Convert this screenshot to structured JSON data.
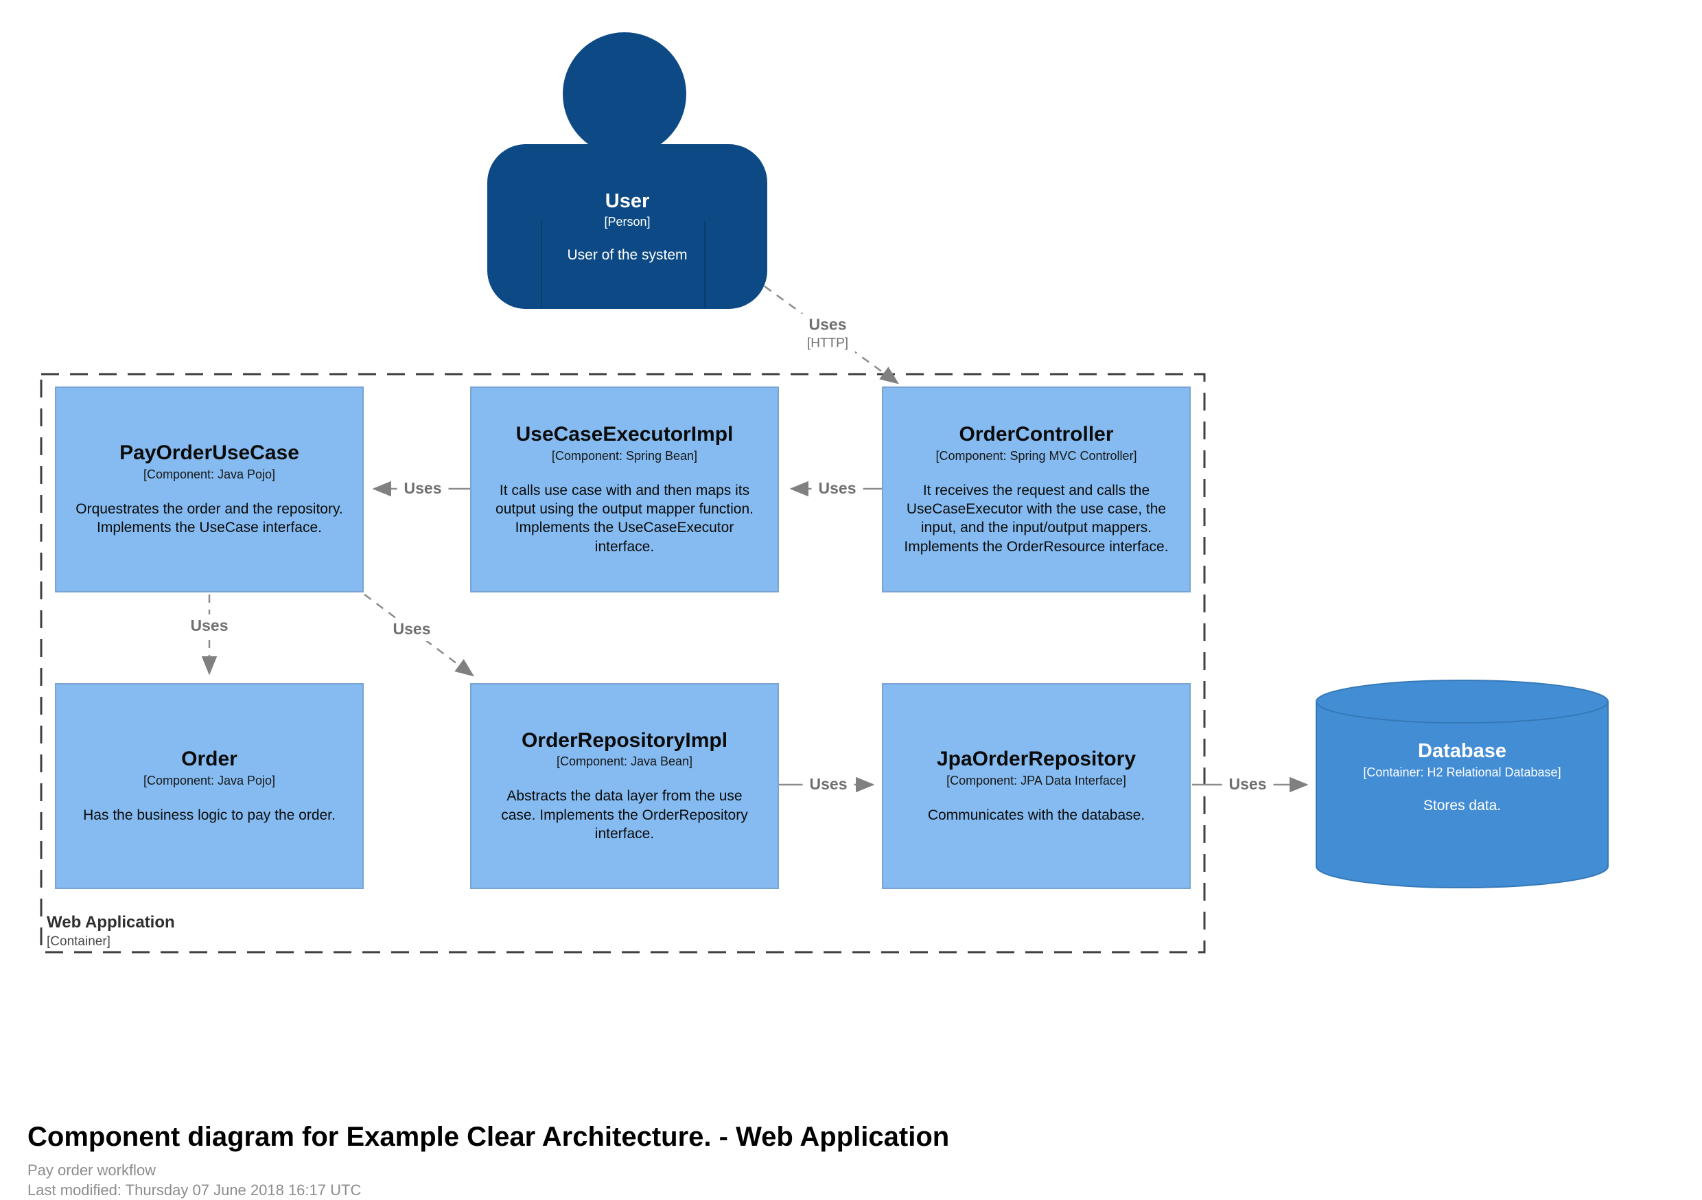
{
  "person": {
    "name": "User",
    "meta": "[Person]",
    "description": "User of the system"
  },
  "boundary": {
    "name": "Web Application",
    "meta": "[Container]"
  },
  "components": [
    {
      "name": "PayOrderUseCase",
      "meta": "[Component: Java Pojo]",
      "description": "Orquestrates the order and the repository. Implements the UseCase interface."
    },
    {
      "name": "UseCaseExecutorImpl",
      "meta": "[Component: Spring Bean]",
      "description": "It calls use case with and then maps its output using the output mapper function. Implements the UseCaseExecutor interface."
    },
    {
      "name": "OrderController",
      "meta": "[Component: Spring MVC Controller]",
      "description": "It receives the request and calls the UseCaseExecutor with the use case, the input, and the input/output mappers. Implements the OrderResource interface."
    },
    {
      "name": "Order",
      "meta": "[Component: Java Pojo]",
      "description": "Has the business logic to pay the order."
    },
    {
      "name": "OrderRepositoryImpl",
      "meta": "[Component: Java Bean]",
      "description": "Abstracts the data layer from the use case. Implements the OrderRepository interface."
    },
    {
      "name": "JpaOrderRepository",
      "meta": "[Component: JPA Data Interface]",
      "description": "Communicates with the database."
    }
  ],
  "database": {
    "name": "Database",
    "meta": "[Container: H2 Relational Database]",
    "description": "Stores data."
  },
  "relationships": [
    {
      "from": "User",
      "to": "OrderController",
      "label": "Uses",
      "technology": "[HTTP]",
      "style": "dashed"
    },
    {
      "from": "OrderController",
      "to": "UseCaseExecutorImpl",
      "label": "Uses",
      "style": "solid"
    },
    {
      "from": "UseCaseExecutorImpl",
      "to": "PayOrderUseCase",
      "label": "Uses",
      "style": "solid"
    },
    {
      "from": "PayOrderUseCase",
      "to": "Order",
      "label": "Uses",
      "style": "dashed"
    },
    {
      "from": "PayOrderUseCase",
      "to": "OrderRepositoryImpl",
      "label": "Uses",
      "style": "dashed"
    },
    {
      "from": "OrderRepositoryImpl",
      "to": "JpaOrderRepository",
      "label": "Uses",
      "style": "solid"
    },
    {
      "from": "JpaOrderRepository",
      "to": "Database",
      "label": "Uses",
      "style": "solid"
    }
  ],
  "footer": {
    "title": "Component diagram for Example Clear Architecture. - Web Application",
    "subtitle": "Pay order workflow",
    "last_modified": "Last modified: Thursday 07 June 2018 16:17 UTC"
  },
  "colors": {
    "person_fill": "#0d4a85",
    "component_fill": "#85bbf0",
    "component_border": "#7aa3d4",
    "container_fill": "#438dd5",
    "container_border": "#3579b8",
    "relationship_line": "#8c8c8c",
    "relationship_label": "#707070",
    "boundary_dash": "#3f3f3f"
  }
}
